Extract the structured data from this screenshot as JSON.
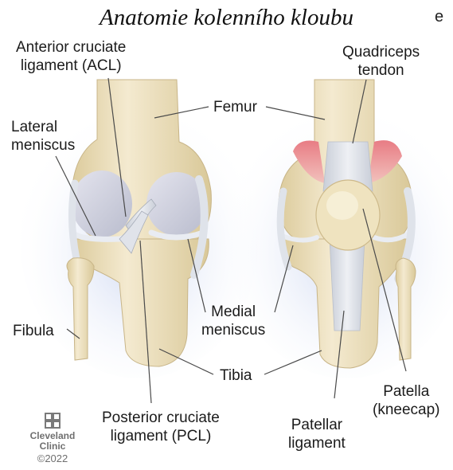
{
  "title": "Anatomie kolenního kloubu",
  "title_stray_char": "e",
  "labels": {
    "acl": [
      "Anterior cruciate",
      "ligament (ACL)"
    ],
    "quadriceps": [
      "Quadriceps",
      "tendon"
    ],
    "femur": "Femur",
    "lateral_meniscus": [
      "Lateral",
      "meniscus"
    ],
    "medial_meniscus": [
      "Medial",
      "meniscus"
    ],
    "fibula": "Fibula",
    "tibia": "Tibia",
    "pcl": [
      "Posterior cruciate",
      "ligament (PCL)"
    ],
    "patellar_ligament": [
      "Patellar",
      "ligament"
    ],
    "patella": [
      "Patella",
      "(kneecap)"
    ]
  },
  "logo": {
    "name_line1": "Cleveland",
    "name_line2": "Clinic",
    "copyright": "©2022"
  },
  "colors": {
    "bone": "#f2e6c6",
    "bone_shade": "#dccb9c",
    "cartilage": "#cfd0dc",
    "ligament": "#e3e6ec",
    "muscle": "#e58f95",
    "glow": "#c7d2ee"
  }
}
